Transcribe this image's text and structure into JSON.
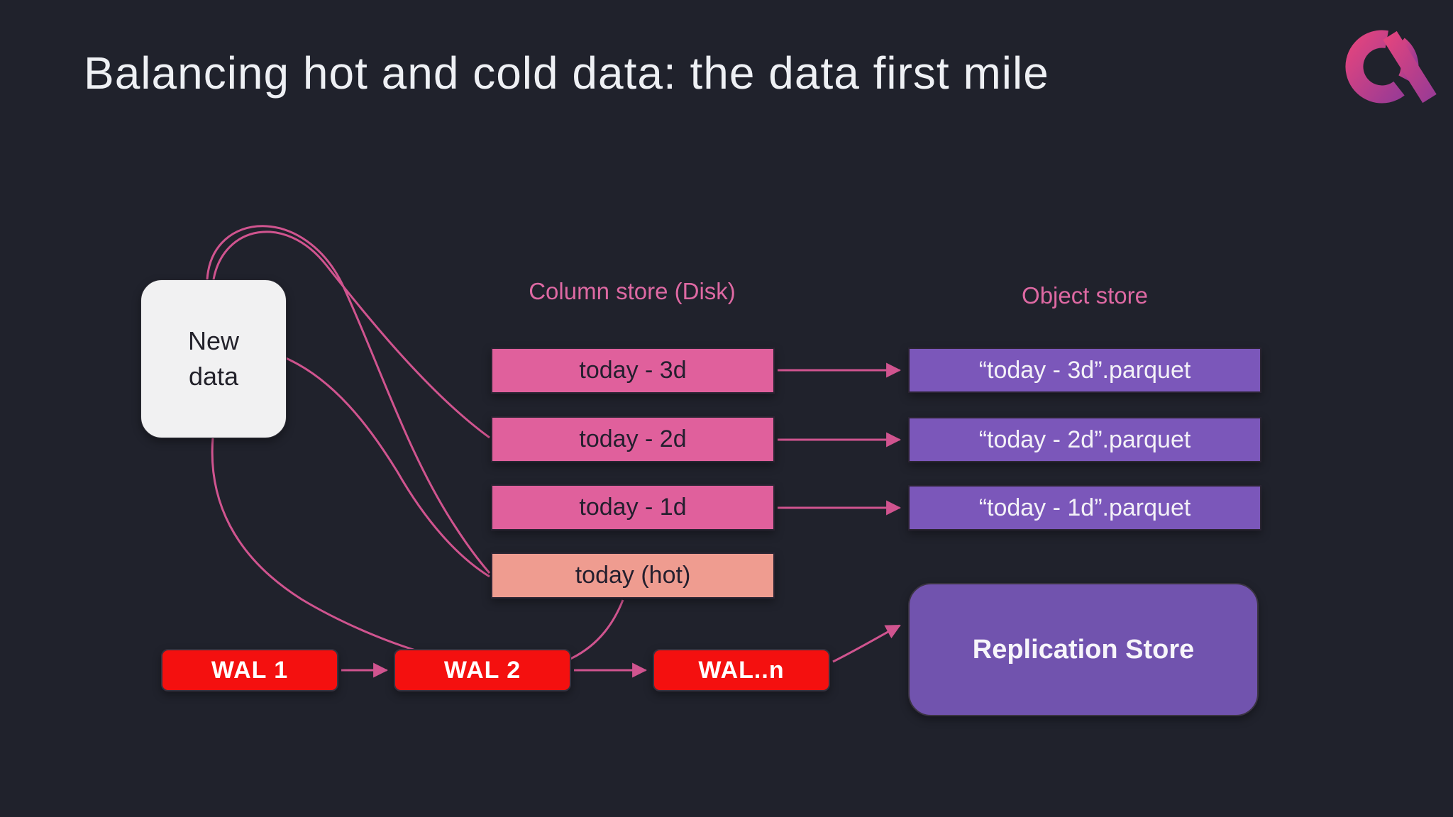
{
  "slide": {
    "title": "Balancing hot and cold data: the data first mile"
  },
  "logo": {
    "name": "questdb-logo"
  },
  "diagram": {
    "new_data": {
      "label": "New data"
    },
    "column_store": {
      "heading": "Column store (Disk)",
      "rows": [
        {
          "label": "today - 3d",
          "variant": "cold"
        },
        {
          "label": "today - 2d",
          "variant": "cold"
        },
        {
          "label": "today - 1d",
          "variant": "cold"
        },
        {
          "label": "today (hot)",
          "variant": "hot"
        }
      ]
    },
    "object_store": {
      "heading": "Object store",
      "rows": [
        {
          "label": "“today - 3d”.parquet"
        },
        {
          "label": "“today - 2d”.parquet"
        },
        {
          "label": "“today - 1d”.parquet"
        }
      ]
    },
    "wal": {
      "items": [
        {
          "label": "WAL 1"
        },
        {
          "label": "WAL 2"
        },
        {
          "label": "WAL..n"
        }
      ]
    },
    "replication": {
      "label": "Replication Store"
    }
  },
  "colors": {
    "background": "#20222c",
    "title_text": "#eef0f4",
    "pink_label": "#de69a3",
    "pink_box": "#e0609c",
    "hot_box": "#ef9c90",
    "purple_box": "#7b57ba",
    "replication_box": "#7153ae",
    "wal_red": "#f4100f",
    "connector_pink": "#d0548f",
    "logo_gradient_start": "#e0447f",
    "logo_gradient_end": "#9c3b94"
  }
}
